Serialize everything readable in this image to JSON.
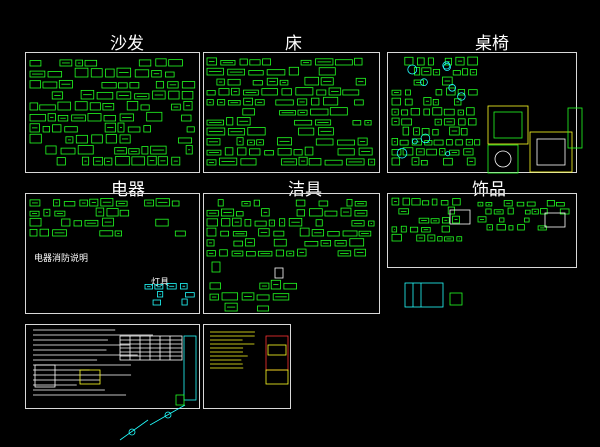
{
  "titles": {
    "sofa": "沙发",
    "bed": "床",
    "table_chair": "桌椅",
    "appliance": "电器",
    "sanitary": "洁具",
    "decor": "饰品"
  },
  "labels": {
    "appliance_note": "电器消防说明",
    "lamp": "灯具"
  },
  "colors": {
    "background": "#000000",
    "cad_green": "#22ff22",
    "cad_cyan": "#22ffff",
    "cad_yellow": "#ffff22",
    "cad_red": "#ff3333",
    "cad_white": "#ffffff",
    "frame": "#d8d8d8"
  }
}
